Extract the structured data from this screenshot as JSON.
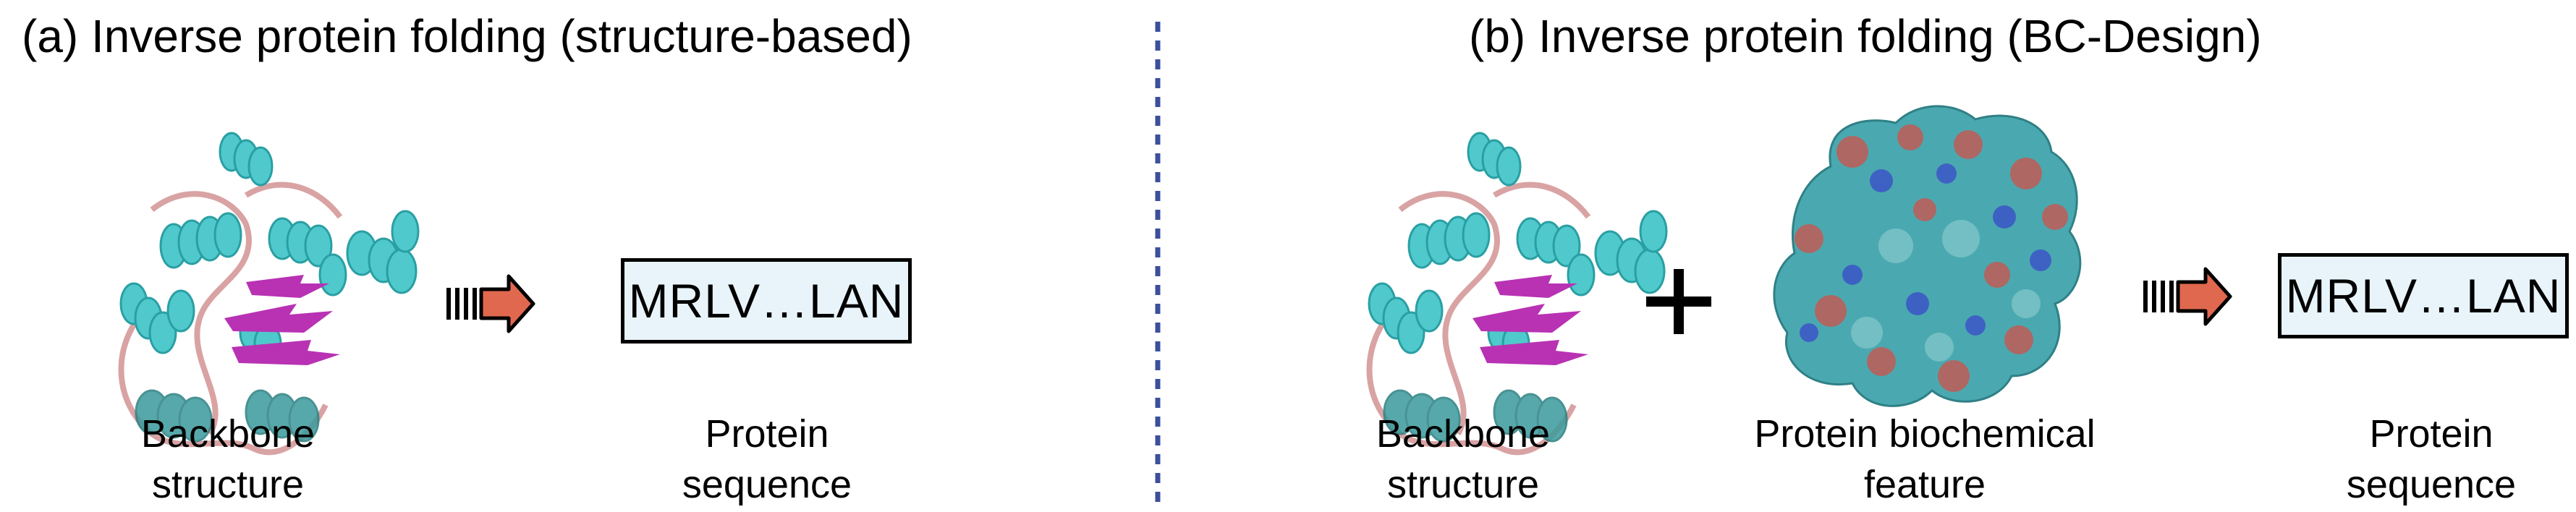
{
  "panel_a": {
    "title": "(a)  Inverse protein folding (structure-based)",
    "input_caption_line1": "Backbone",
    "input_caption_line2": "structure",
    "output_caption_line1": "Protein",
    "output_caption_line2": "sequence",
    "sequence": "MRLV…LAN"
  },
  "panel_b": {
    "title": "(b)  Inverse protein folding (BC-Design)",
    "input1_caption_line1": "Backbone",
    "input1_caption_line2": "structure",
    "input2_caption_line1": "Protein biochemical",
    "input2_caption_line2": "feature",
    "output_caption_line1": "Protein",
    "output_caption_line2": "sequence",
    "sequence": "MRLV…LAN"
  },
  "colors": {
    "helix": "#4fc9cc",
    "helix_dark": "#2a9fa3",
    "sheet": "#b832b3",
    "loop": "#d9a3a3",
    "arrow_fill": "#e0684e",
    "seq_box_bg": "#e8f4fa",
    "divider": "#3b4f9c",
    "surface_teal": "#4aa9b0",
    "surface_red": "#d0524a",
    "surface_blue": "#3b50c8"
  }
}
